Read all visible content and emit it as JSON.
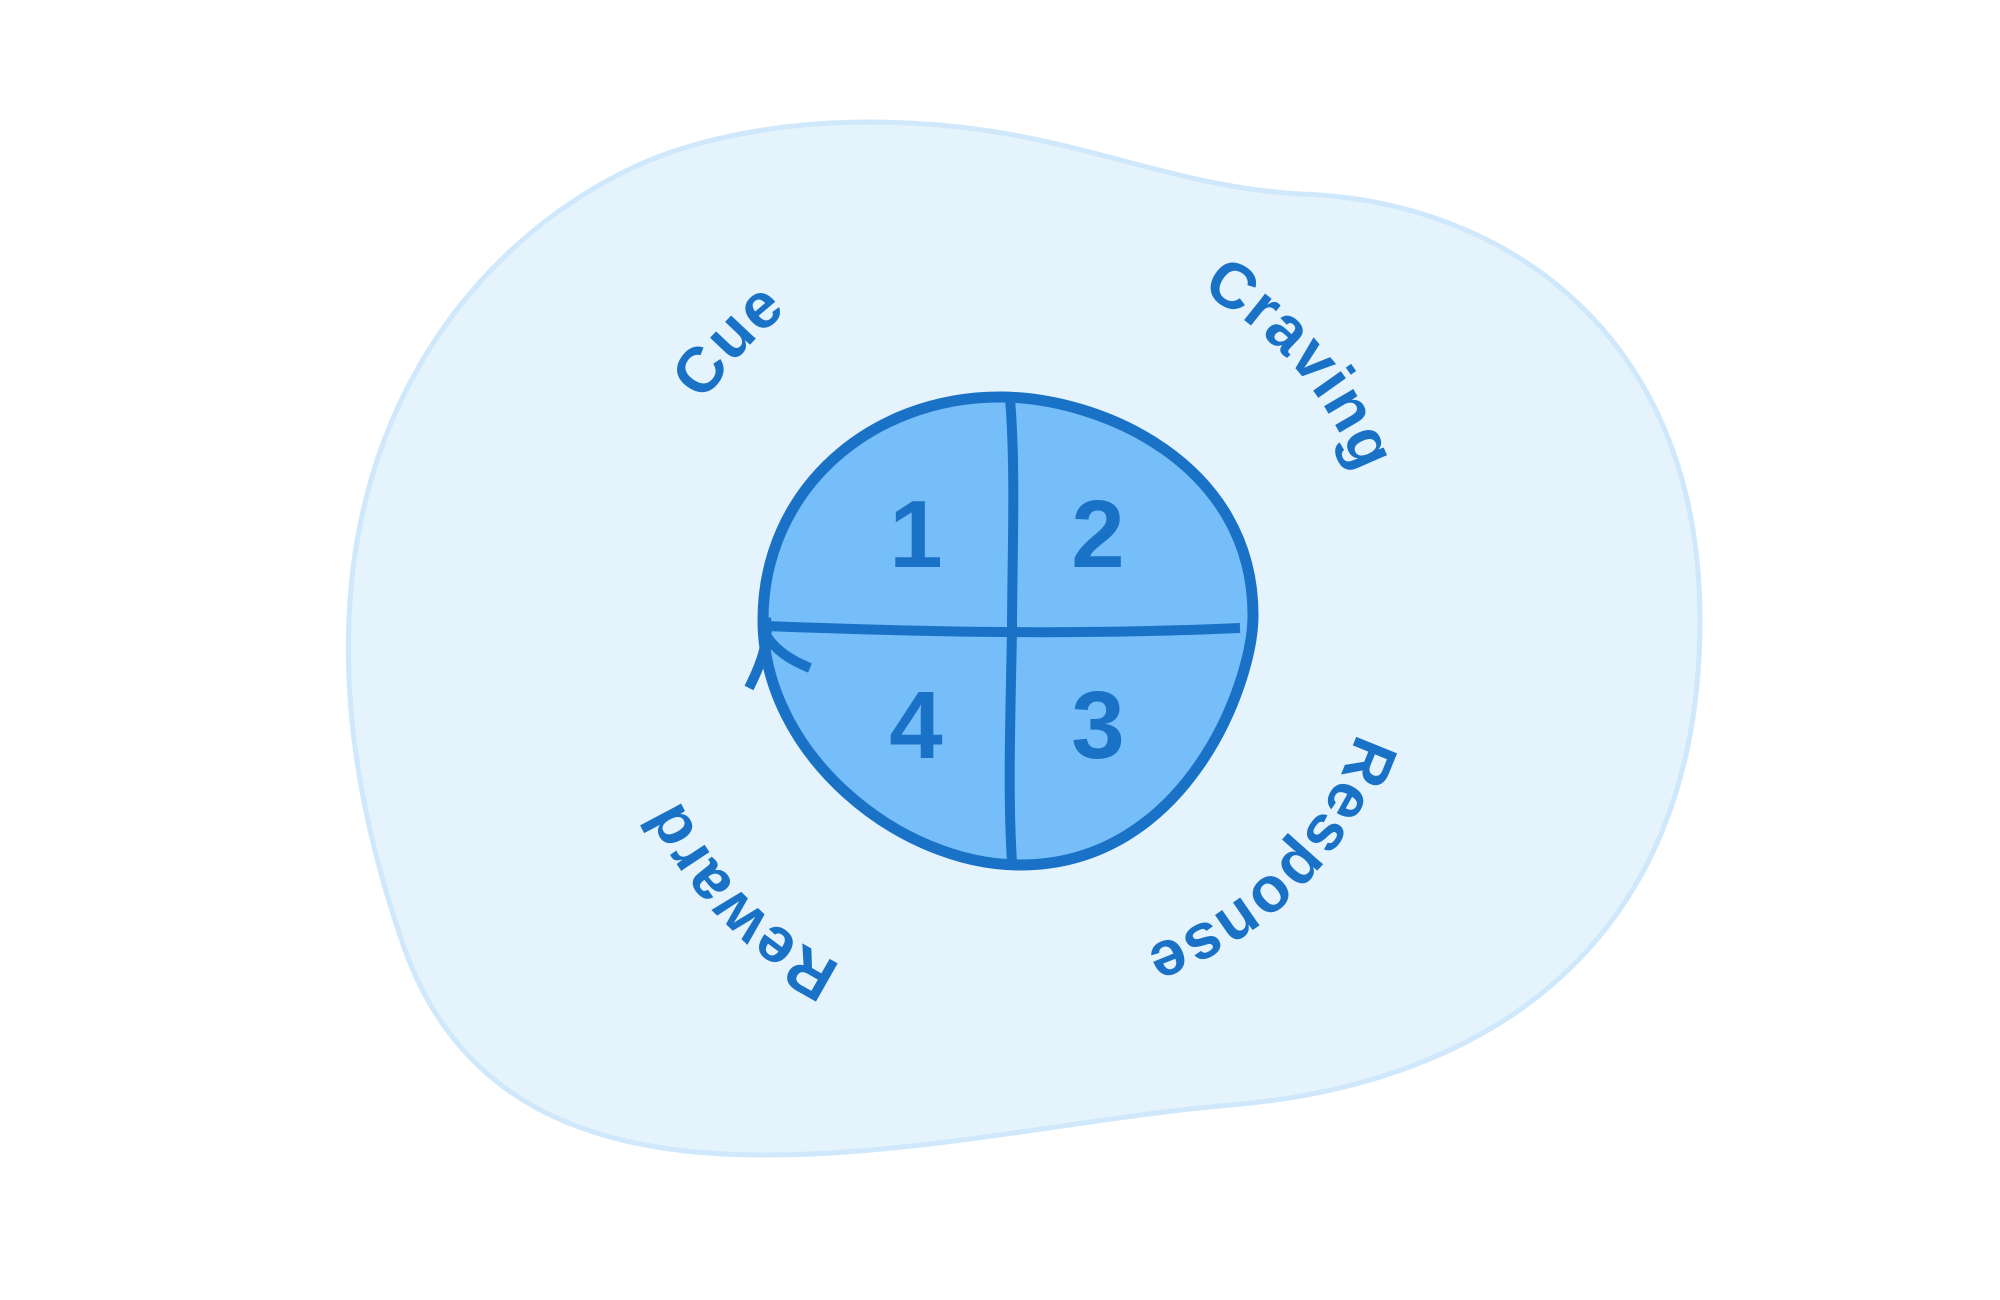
{
  "colors": {
    "background": "#ffffff",
    "blob_fill": "#e4f3fc",
    "blob_stroke": "#cfe8fb",
    "circle_fill": "#76bef9",
    "stroke": "#1a72c7",
    "text": "#1a72c7"
  },
  "stages": [
    {
      "number": "1",
      "label": "Cue"
    },
    {
      "number": "2",
      "label": "Craving"
    },
    {
      "number": "3",
      "label": "Response"
    },
    {
      "number": "4",
      "label": "Reward"
    }
  ]
}
